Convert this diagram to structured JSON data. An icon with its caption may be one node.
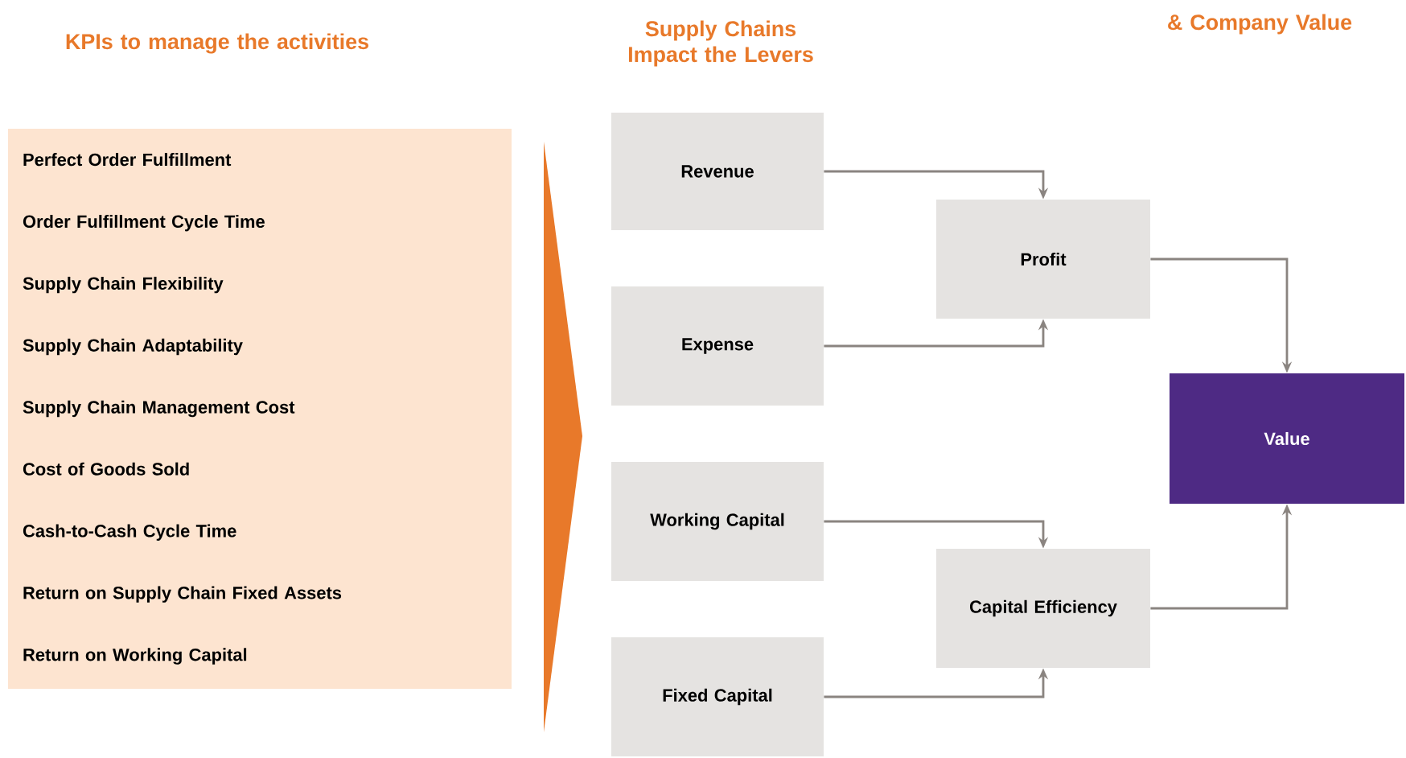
{
  "diagram": {
    "nodes": [
      {
        "text": [
          "Perfect Order Fulfillment",
          "Order Fulfillment Cycle Time",
          "Supply Chain Flexibility",
          "Supply Chain Adaptability",
          "Supply Chain Management Cost",
          "Cost of Goods Sold",
          "Cash-to-Cash Cycle Time",
          "Return on Supply Chain Fixed Assets",
          "Return on Working Capital"
        ]
      },
      {
        "text": [
          "Revenue"
        ]
      },
      {
        "text": [
          "Expense"
        ]
      },
      {
        "text": [
          "Working Capital"
        ]
      },
      {
        "text": [
          "Fixed Capital"
        ]
      },
      {
        "text": [
          "Profit"
        ]
      },
      {
        "text": [
          "Capital Efficiency"
        ]
      },
      {
        "text": [
          "Value"
        ]
      }
    ],
    "edges": [
      {
        "from": 1,
        "to": 5,
        "arrow": "to"
      },
      {
        "from": 2,
        "to": 5,
        "arrow": "to"
      },
      {
        "from": 3,
        "to": 6,
        "arrow": "to"
      },
      {
        "from": 4,
        "to": 6,
        "arrow": "to"
      },
      {
        "from": 5,
        "to": 7,
        "arrow": "to"
      },
      {
        "from": 6,
        "to": 7,
        "arrow": "to"
      }
    ],
    "labels": [
      "KPIs to manage the activities",
      "Supply Chains Impact the Levers",
      "& Company Value"
    ]
  }
}
